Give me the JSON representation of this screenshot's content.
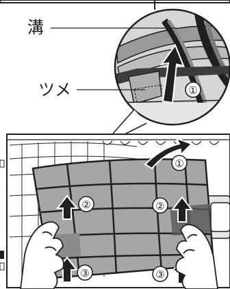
{
  "callouts": {
    "groove_label": "溝",
    "tab_label": "ツメ"
  },
  "step_markers": {
    "step_1": "①",
    "step_2": "②",
    "step_3": "③"
  },
  "colors": {
    "line": "#231f20",
    "filter_gray": "#a6a6a6",
    "filter_dark": "#5a5a5a",
    "inset_fill": "#d9d9d9",
    "arrow_fill": "#231f20"
  }
}
